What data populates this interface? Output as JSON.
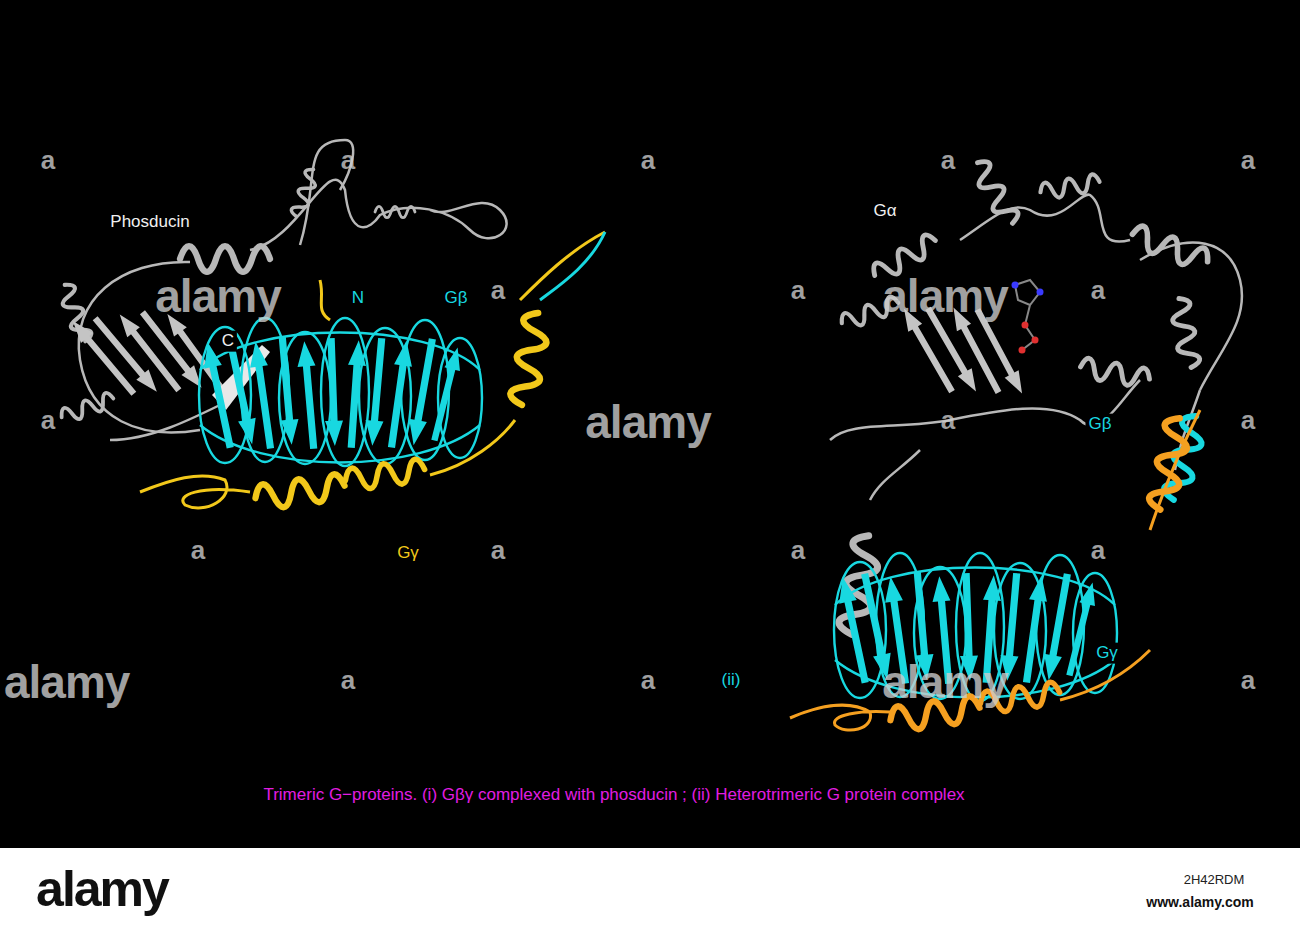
{
  "diagram": {
    "caption": "Trimeric G−proteins. (i) Gβγ complexed with phosducin ; (ii) Heterotrimeric G protein complex",
    "labels": [
      "Phosducin",
      "N",
      "Gβ",
      "C",
      "Gγ",
      "Gα",
      "Gβ",
      "Gγ",
      "(ii)",
      "alamy",
      "alamy",
      "alamy",
      "alamy",
      "alamy",
      "a",
      "a",
      "a",
      "a",
      "a",
      "a",
      "a",
      "a",
      "a",
      "a",
      "a",
      "a",
      "a",
      "a",
      "a",
      "a",
      "a",
      "a",
      "alamy",
      "2H42RDM",
      "www.alamy.com"
    ]
  }
}
